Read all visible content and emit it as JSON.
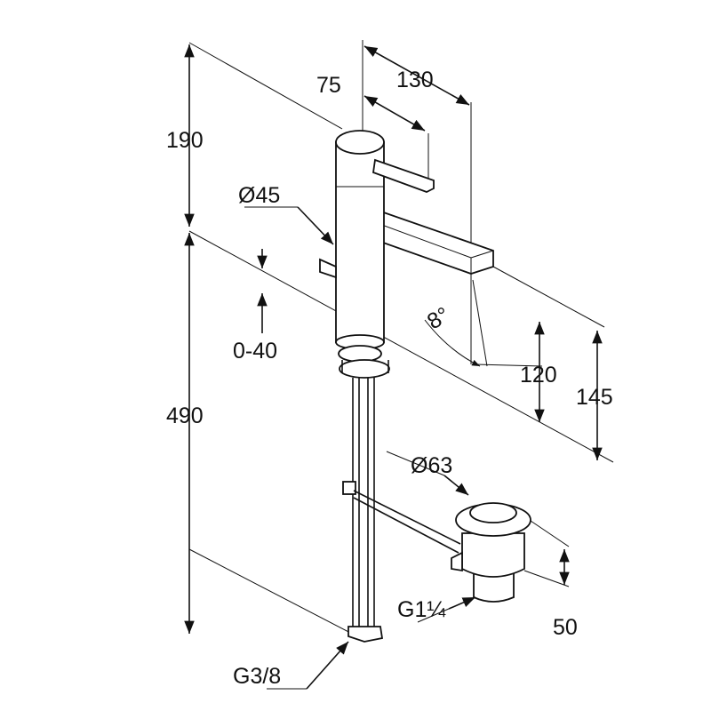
{
  "dimensions": {
    "height_upper": "190",
    "handle_offset": "75",
    "spout_reach": "130",
    "body_diameter": "Ø45",
    "popup_travel": "0-40",
    "height_lower": "490",
    "spout_angle": "8°",
    "spout_height": "120",
    "spout_height_total": "145",
    "drain_diameter": "Ø63",
    "drain_height": "50",
    "drain_thread": "G1¼",
    "supply_thread": "G3/8"
  },
  "colors": {
    "line": "#111111",
    "background": "#ffffff"
  }
}
